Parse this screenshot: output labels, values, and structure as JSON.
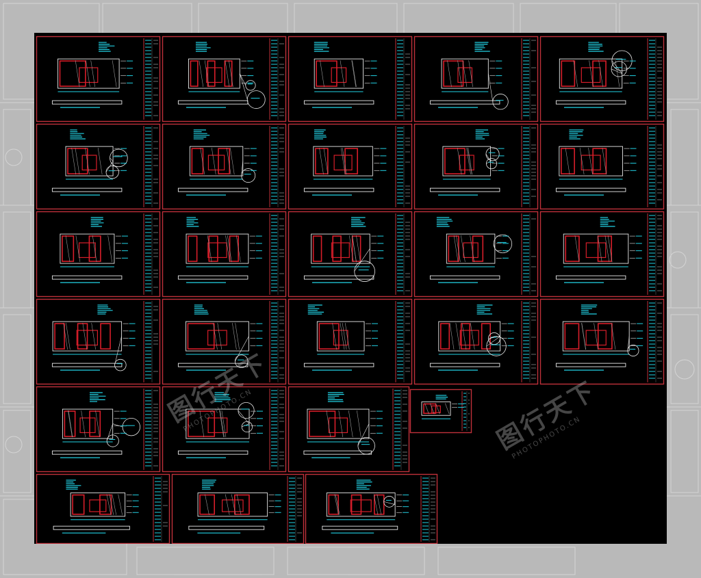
{
  "watermark": {
    "brand": "图行天下",
    "site": "PHOTOPHOTO.CN"
  },
  "colors": {
    "background": "#b9b9b9",
    "model_space": "#000000",
    "frame": "#c0303a",
    "annotation": "#22d3e6",
    "wall": "#d81e2a",
    "line": "#e8e8e8"
  },
  "drawing_sheets": {
    "rows": [
      5,
      5,
      5,
      5,
      4,
      3
    ],
    "total": 27
  }
}
